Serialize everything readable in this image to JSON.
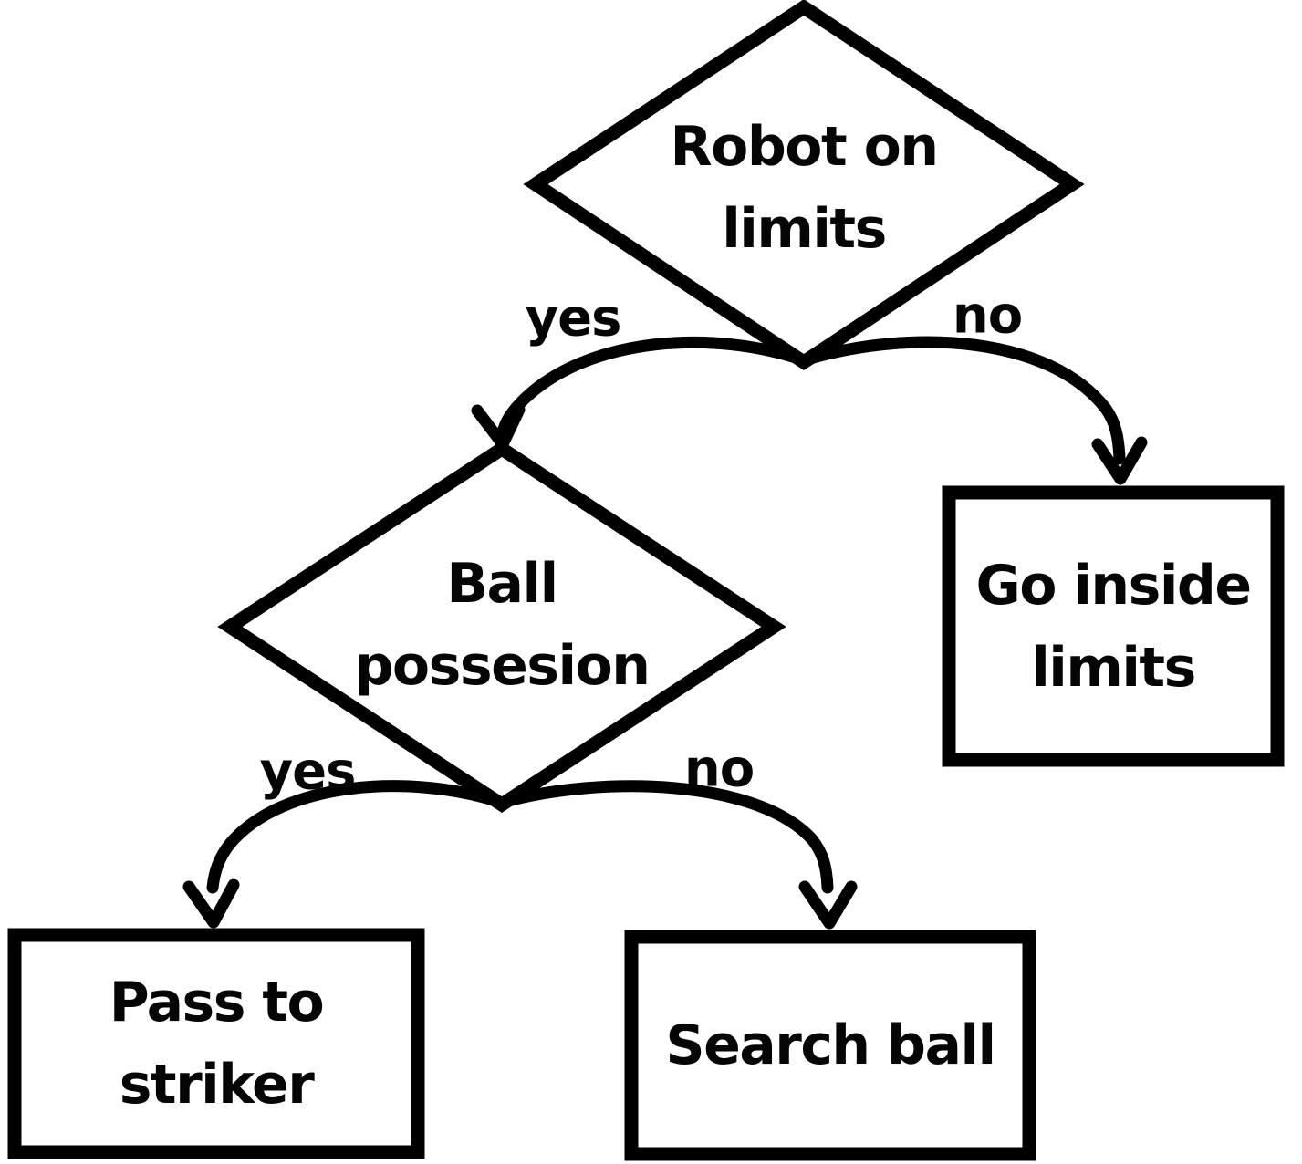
{
  "diagram": {
    "type": "flowchart-decision-tree",
    "background_color": "#ffffff",
    "stroke_color": "#000000",
    "nodes": [
      {
        "id": "robot_on_limits",
        "shape": "diamond",
        "label": "Robot on limits"
      },
      {
        "id": "ball_possesion",
        "shape": "diamond",
        "label": "Ball possesion"
      },
      {
        "id": "go_inside_limits",
        "shape": "rectangle",
        "label": "Go inside limits"
      },
      {
        "id": "pass_to_striker",
        "shape": "rectangle",
        "label": "Pass to striker"
      },
      {
        "id": "search_ball",
        "shape": "rectangle",
        "label": "Search ball"
      }
    ],
    "edges": [
      {
        "from": "robot_on_limits",
        "to": "ball_possesion",
        "label": "yes"
      },
      {
        "from": "robot_on_limits",
        "to": "go_inside_limits",
        "label": "no"
      },
      {
        "from": "ball_possesion",
        "to": "pass_to_striker",
        "label": "yes"
      },
      {
        "from": "ball_possesion",
        "to": "search_ball",
        "label": "no"
      }
    ]
  }
}
